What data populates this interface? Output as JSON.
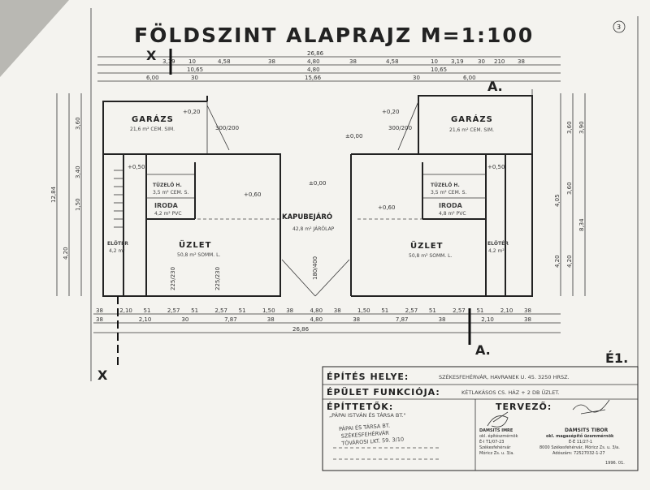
{
  "title": "FÖLDSZINT ALAPRAJZ M=1:100",
  "page_number": "3",
  "section_markers": {
    "a": "A.",
    "elevation": "É1.",
    "x": "X"
  },
  "dimensions_top": {
    "total": "26,86",
    "row1": [
      "3,19",
      "10",
      "4,58",
      "38",
      "4,80",
      "38",
      "4,58",
      "10",
      "3,19",
      "30",
      "210",
      "38"
    ],
    "row2": [
      "10,65",
      "4,80",
      "10,65"
    ],
    "row3": [
      "6,00",
      "30",
      "15,66",
      "30",
      "6,00"
    ]
  },
  "dimensions_bottom": {
    "total": "26,86",
    "row1": [
      "38",
      "2,10",
      "51",
      "2,57",
      "51",
      "2,57",
      "51",
      "1,50",
      "38",
      "4,80",
      "38",
      "1,50",
      "51",
      "2,57",
      "51",
      "2,57",
      "51",
      "2,10",
      "38"
    ],
    "row2": [
      "38",
      "2,10",
      "30",
      "7,87",
      "38",
      "4,80",
      "38",
      "7,87",
      "38",
      "2,10",
      "38"
    ]
  },
  "dimensions_side": {
    "left": [
      "3,60",
      "12,84",
      "4,20",
      "1,50",
      "3,40"
    ],
    "right": [
      "3,60",
      "3,90",
      "4,05",
      "3,60",
      "8,34",
      "4,20",
      "4,20"
    ]
  },
  "rooms": [
    {
      "name": "GARÁZS",
      "area": "21,6 m² CEM. SIM."
    },
    {
      "name": "TÜZELŐ H.",
      "area": "3,5 m² CEM. S."
    },
    {
      "name": "IRODA",
      "area": "4,2 m² PVC"
    },
    {
      "name": "ÜZLET",
      "area": "50,8 m² SOMM. L."
    },
    {
      "name": "ELŐTÉR",
      "area": "4,2 m²"
    },
    {
      "name": "KAPUBEJÁRÓ",
      "area": "42,8 m² JÁRÓLAP"
    },
    {
      "name": "GARÁZS",
      "area": "21,6 m² CEM. SIM."
    },
    {
      "name": "TÜZELŐ H.",
      "area": "3,5 m² CEM. S."
    },
    {
      "name": "IRODA",
      "area": "4,8 m² PVC"
    },
    {
      "name": "ÜZLET",
      "area": "50,8 m² SOMM. L."
    },
    {
      "name": "ELŐTÉR",
      "area": "4,2 m²"
    }
  ],
  "levels": [
    "+0,20",
    "±0,00",
    "+0,50",
    "+0,60",
    "+0,60",
    "±0,00",
    "+0,20",
    "+0,50"
  ],
  "openings": [
    "300/200",
    "300/200",
    "180/400",
    "225/230",
    "225/230"
  ],
  "title_block": {
    "site_label": "ÉPÍTÉS HELYE:",
    "site_value": "SZÉKESFEHÉRVÁR, HAVRANEK U. 45. 3250 HRSZ.",
    "function_label": "ÉPÜLET FUNKCIÓJA:",
    "function_value": "KÉTLAKÁSOS CS. HÁZ + 2 DB ÜZLET.",
    "builders_label": "ÉPÍTTETŐK:",
    "builders_value": "„PÁPAI ISTVÁN ÉS TÁRSA BT.\"",
    "stamp": [
      "PÁPAI ÉS TÁRSA BT.",
      "SZÉKESFEHÉRVÁR",
      "TÓVÁROSI LKT. 59. 3/10"
    ],
    "designer_label": "TERVEZŐ:",
    "designer1": [
      "DAMSITS IMRE",
      "okl. építészmérnök",
      "É-I T1/07-23",
      "Székesfehérvár",
      "Móricz Zs. u. 3/a."
    ],
    "designer2": [
      "DAMSITS TIBOR",
      "okl. magasépítő üzemmérnök",
      "É-É 11/27-1",
      "8000 Székesfehérvár, Móricz Zs. u. 3/a.",
      "Adószám: 72527032-1-27"
    ],
    "date": "1996. 01."
  }
}
